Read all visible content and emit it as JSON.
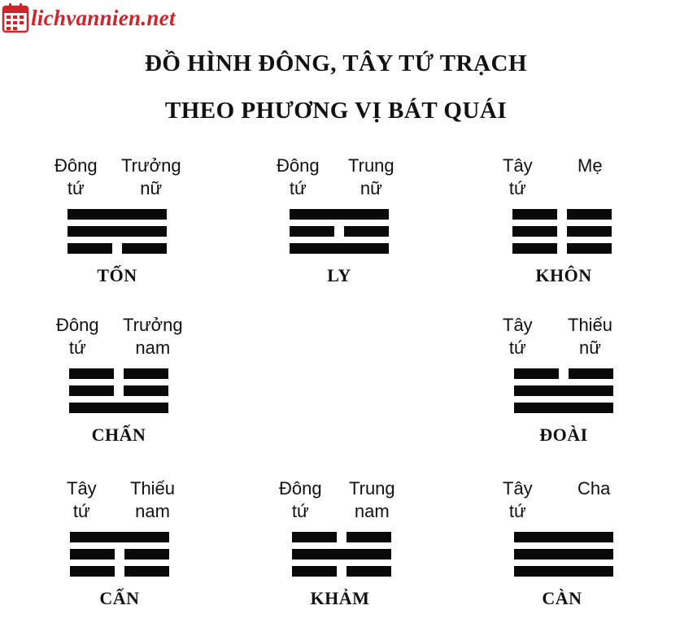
{
  "site": {
    "logo_text": "lichvannien.net"
  },
  "title": {
    "line1": "ĐỒ HÌNH ĐÔNG, TÂY TỨ TRẠCH",
    "line2": "THEO PHƯƠNG VỊ BÁT QUÁI"
  },
  "colors": {
    "logo": "#d2232a",
    "ink": "#0a0a0a"
  },
  "trigrams": [
    {
      "name": "TỐN",
      "group_line1": "Đông",
      "group_line2": "tứ",
      "member_line1": "Trưởng",
      "member_line2": "nữ",
      "lines_top_to_bottom": [
        "solid",
        "solid",
        "broken"
      ]
    },
    {
      "name": "LY",
      "group_line1": "Đông",
      "group_line2": "tứ",
      "member_line1": "Trung",
      "member_line2": "nữ",
      "lines_top_to_bottom": [
        "solid",
        "broken",
        "solid"
      ]
    },
    {
      "name": "KHÔN",
      "group_line1": "Tây",
      "group_line2": "tứ",
      "member_line1": "Mẹ",
      "member_line2": "",
      "lines_top_to_bottom": [
        "broken",
        "broken",
        "broken"
      ]
    },
    {
      "name": "CHẤN",
      "group_line1": "Đông",
      "group_line2": "tứ",
      "member_line1": "Trưởng",
      "member_line2": "nam",
      "lines_top_to_bottom": [
        "broken",
        "broken",
        "solid"
      ]
    },
    {
      "name": "ĐOÀI",
      "group_line1": "Tây",
      "group_line2": "tứ",
      "member_line1": "Thiếu",
      "member_line2": "nữ",
      "lines_top_to_bottom": [
        "broken",
        "solid",
        "solid"
      ]
    },
    {
      "name": "CẤN",
      "group_line1": "Tây",
      "group_line2": "tứ",
      "member_line1": "Thiếu",
      "member_line2": "nam",
      "lines_top_to_bottom": [
        "solid",
        "broken",
        "broken"
      ]
    },
    {
      "name": "KHẢM",
      "group_line1": "Đông",
      "group_line2": "tứ",
      "member_line1": "Trung",
      "member_line2": "nam",
      "lines_top_to_bottom": [
        "broken",
        "solid",
        "broken"
      ]
    },
    {
      "name": "CÀN",
      "group_line1": "Tây",
      "group_line2": "tứ",
      "member_line1": "Cha",
      "member_line2": "",
      "lines_top_to_bottom": [
        "solid",
        "solid",
        "solid"
      ]
    }
  ]
}
